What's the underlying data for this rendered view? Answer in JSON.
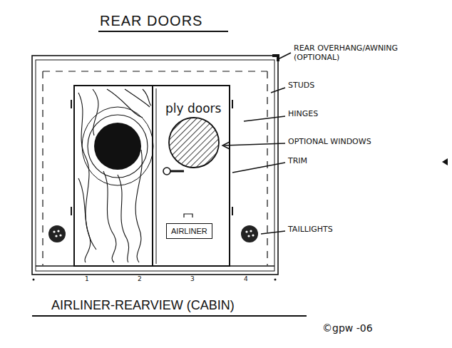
{
  "diagram": {
    "title": "REAR DOORS",
    "caption": "AIRLINER-REARVIEW (CABIN)",
    "nodes": [
      {
        "text": [
          "AIRLINER"
        ]
      }
    ],
    "labels": [
      "REAR OVERHANG/AWNING (OPTIONAL)",
      "STUDS",
      "HINGES",
      "OPTIONAL WINDOWS",
      "TRIM",
      "TAILLIGHTS",
      "ply doors",
      "1",
      "2",
      "3",
      "4",
      "©gpw -06"
    ]
  }
}
